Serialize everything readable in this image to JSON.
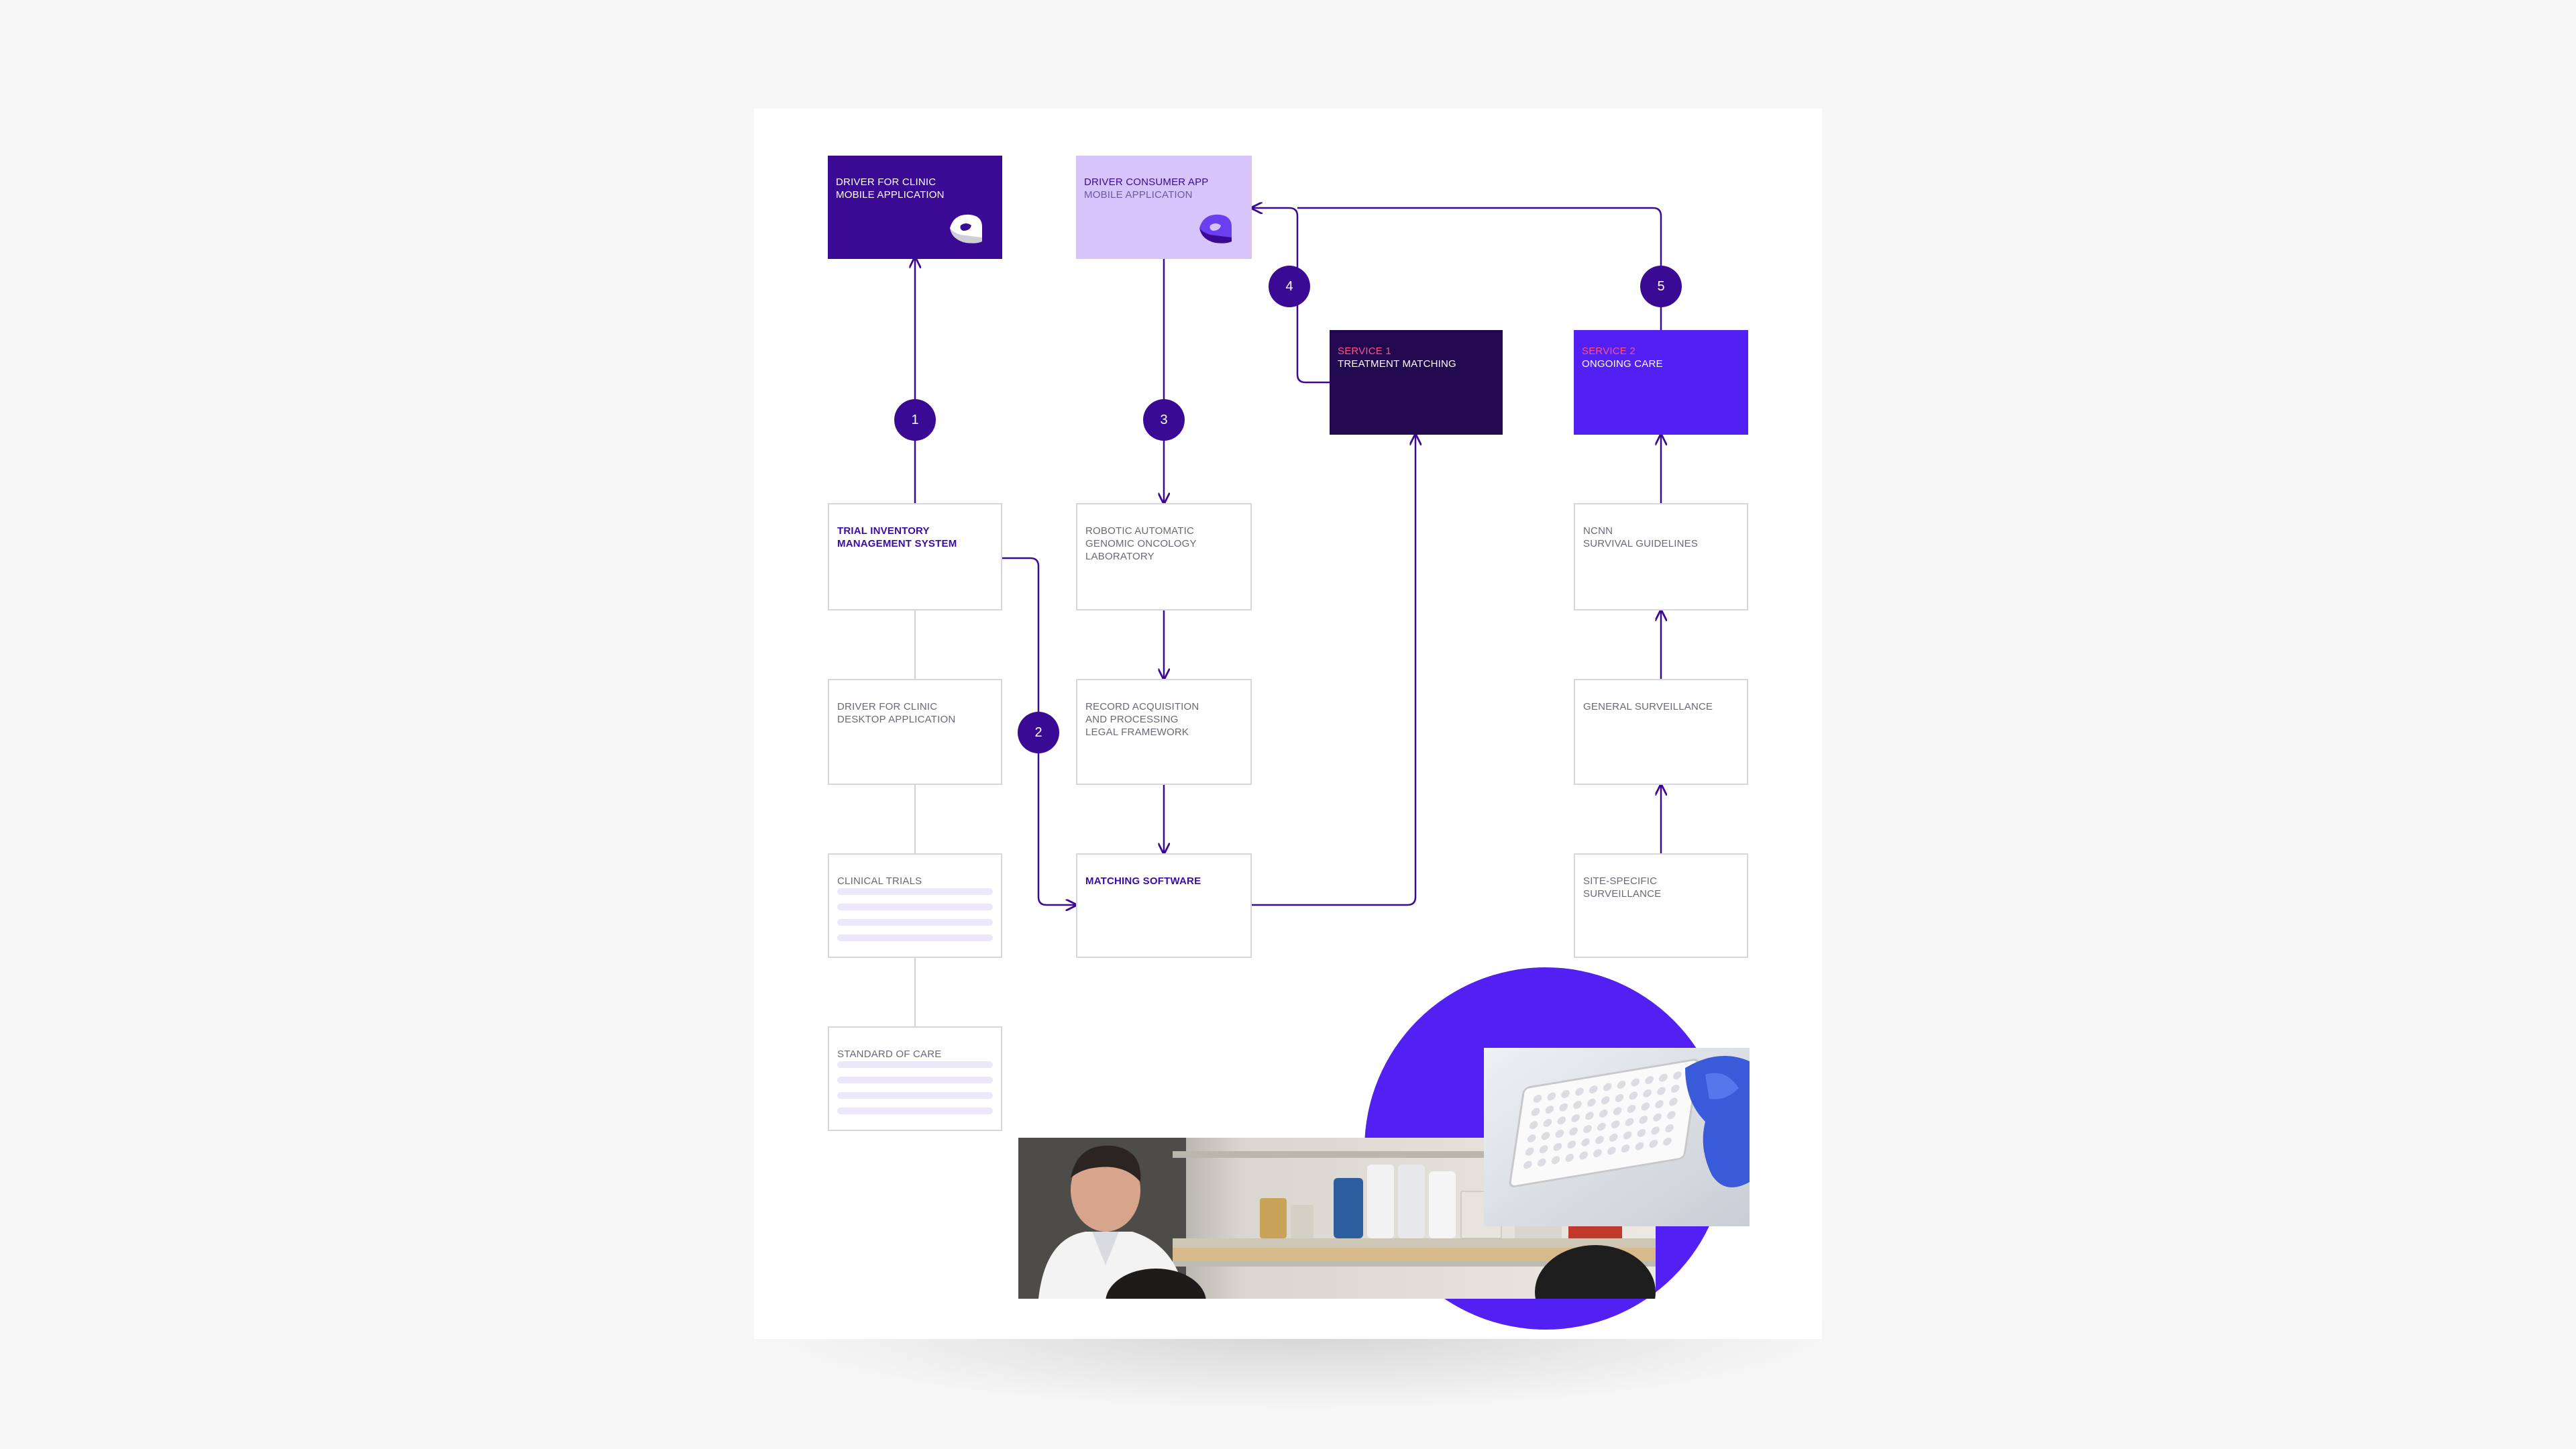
{
  "boxes": {
    "clinic_mobile": {
      "line1": "DRIVER FOR CLINIC",
      "line2": "MOBILE APPLICATION"
    },
    "consumer_app": {
      "line1": "DRIVER CONSUMER APP",
      "line2": "MOBILE APPLICATION"
    },
    "service1": {
      "line1": "SERVICE 1",
      "line2": "TREATMENT MATCHING"
    },
    "service2": {
      "line1": "SERVICE 2",
      "line2": "ONGOING CARE"
    },
    "trial_inventory": {
      "line1": "TRIAL INVENTORY",
      "line2": "MANAGEMENT SYSTEM"
    },
    "robotic_lab": {
      "line1": "ROBOTIC AUTOMATIC",
      "line2": "GENOMIC ONCOLOGY",
      "line3": "LABORATORY"
    },
    "ncnn": {
      "line1": "NCNN",
      "line2": "SURVIVAL GUIDELINES"
    },
    "clinic_desktop": {
      "line1": "DRIVER FOR CLINIC",
      "line2": "DESKTOP APPLICATION"
    },
    "record_acq": {
      "line1": "RECORD ACQUISITION",
      "line2": "AND PROCESSING",
      "line3": "LEGAL FRAMEWORK"
    },
    "general_surv": {
      "line1": "GENERAL SURVEILLANCE"
    },
    "clinical_trials": {
      "line1": "CLINICAL TRIALS"
    },
    "matching_software": {
      "line1": "MATCHING SOFTWARE"
    },
    "site_specific": {
      "line1": "SITE-SPECIFIC",
      "line2": "SURVEILLANCE"
    },
    "standard_of_care": {
      "line1": "STANDARD OF CARE"
    }
  },
  "steps": [
    "1",
    "2",
    "3",
    "4",
    "5"
  ],
  "colors": {
    "dark_purple": "#3b0a95",
    "lavender": "#d6c4fb",
    "deep_navy": "#22094f",
    "electric_blue": "#5220f2",
    "pink_accent": "#ff4f8b",
    "connector": "#3b0a95"
  },
  "icons": [
    "app-logo-icon"
  ]
}
